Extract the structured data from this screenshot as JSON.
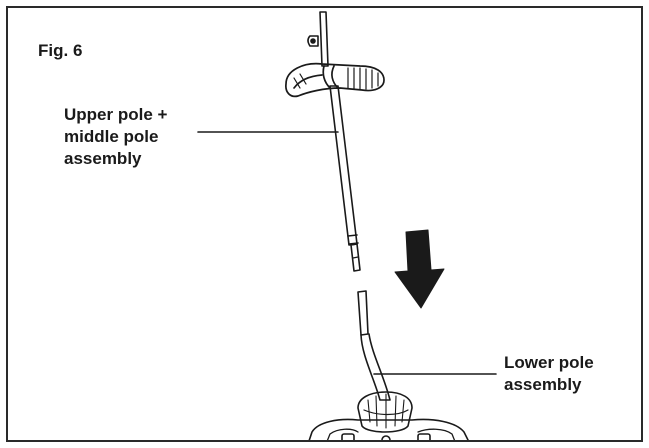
{
  "figure": {
    "label": "Fig. 6"
  },
  "callouts": {
    "upper": {
      "lines": [
        "Upper pole +",
        "middle pole",
        "assembly"
      ]
    },
    "lower": {
      "lines": [
        "Lower pole",
        "assembly"
      ]
    }
  },
  "colors": {
    "ink": "#1a1a1a",
    "frame": "#2a2a2a",
    "background": "#ffffff"
  }
}
